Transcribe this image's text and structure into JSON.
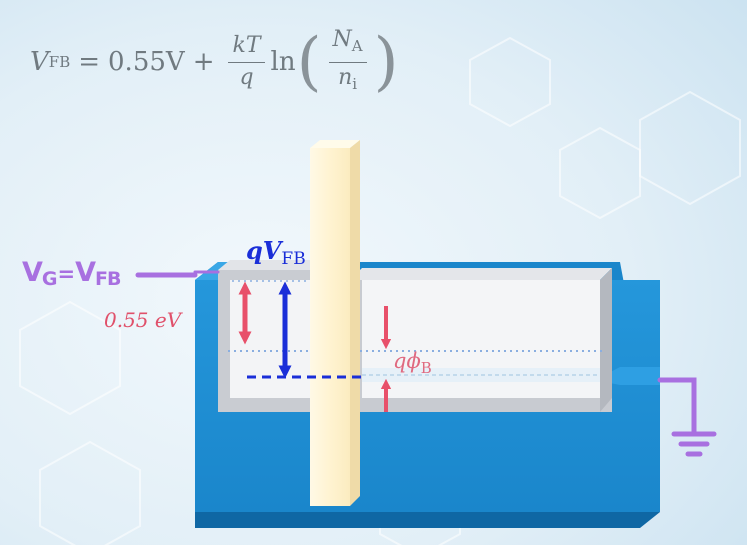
{
  "equation": {
    "lhs_symbol": "V",
    "lhs_subscript": "FB",
    "equals": "=",
    "constant": "0.55V",
    "plus": "+",
    "numerator": "kT",
    "denominator": "q",
    "log": "ln",
    "inner_numerator_symbol": "N",
    "inner_numerator_subscript": "A",
    "inner_denominator_symbol": "n",
    "inner_denominator_subscript": "i"
  },
  "labels": {
    "gate_voltage": {
      "v1": "V",
      "s1": "G",
      "eq": "=",
      "v2": "V",
      "s2": "FB"
    },
    "barrier": "0.55 eV",
    "flatband_energy": {
      "main": "qV",
      "sub": "FB"
    },
    "fermi_potential": {
      "main": "qϕ",
      "sub": "B"
    }
  },
  "colors": {
    "gate_wire": "#a870e0",
    "red_arrow": "#e8506a",
    "blue_arrow": "#1a2ed8",
    "substrate_blue": "#1f8fd3",
    "oxide_yellow": "#fff5d6",
    "inner_box": "#f3f4f6"
  },
  "icons": {
    "ground": "ground-icon"
  }
}
